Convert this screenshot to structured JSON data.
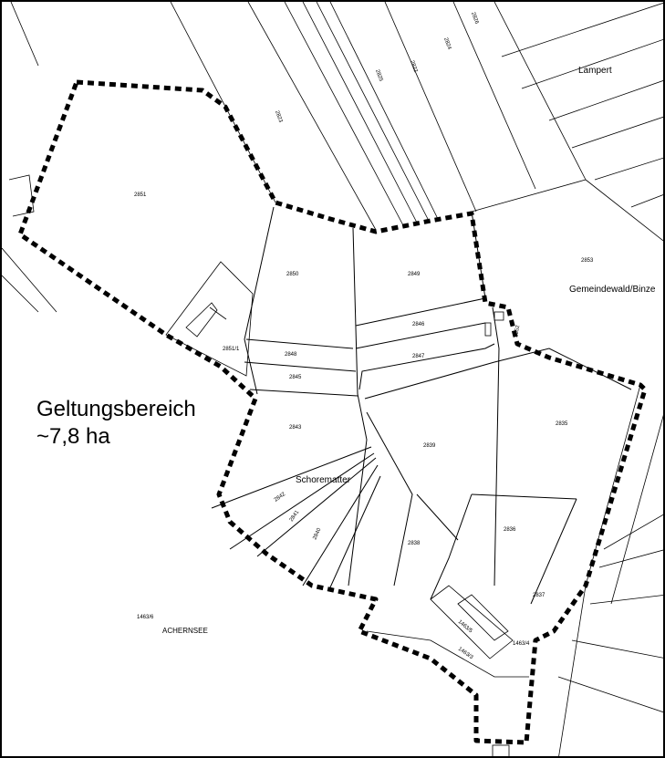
{
  "plan": {
    "scope_title": "Geltungsbereich",
    "scope_area": "~7,8 ha"
  },
  "places": {
    "lampert": "Lampert",
    "gemeindewald": "Gemeindewald/Binze",
    "schorematter": "Schorematter",
    "achernsee": "ACHERNSEE"
  },
  "parcels": {
    "p2851": "2851",
    "p2850": "2850",
    "p2849": "2849",
    "p2853": "2853",
    "p2846": "2846",
    "p2847": "2847",
    "p2848": "2848",
    "p2845": "2845",
    "p2843": "2843",
    "p2839": "2839",
    "p2835": "2835",
    "p2836": "2836",
    "p2838": "2838",
    "p2837": "2837",
    "p2842": "2842",
    "p2841": "2841",
    "p2840": "2840",
    "p2851_1": "2851/1",
    "p2852": "2852",
    "p2823": "2823",
    "p2822": "2822",
    "p2825": "2825",
    "p2824": "2824",
    "p2826": "2826",
    "p1463_6": "1463/6",
    "p1463_4": "1463/4",
    "p1463_5": "1463/5",
    "p1463_3": "1463/3"
  },
  "colors": {
    "boundary": "#000000",
    "lines": "#000000",
    "background": "#ffffff"
  }
}
